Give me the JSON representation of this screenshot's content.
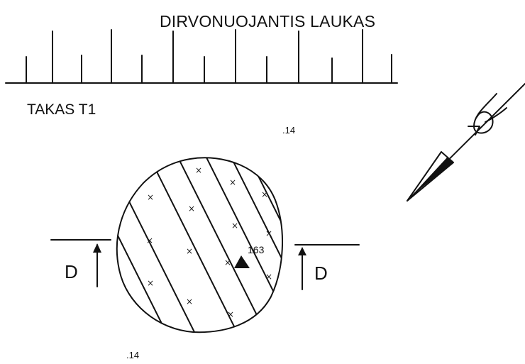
{
  "labels": {
    "field": "DIRVONUOJANTIS LAUKAS",
    "path": "TAKAS T1",
    "top_note": ".14",
    "bottom_note": ".14",
    "d_left": "D",
    "d_right": "D",
    "point_number": "163"
  },
  "icons": {
    "north_arrow": "north-arrow-icon",
    "point_marker": "triangle-point-icon"
  }
}
